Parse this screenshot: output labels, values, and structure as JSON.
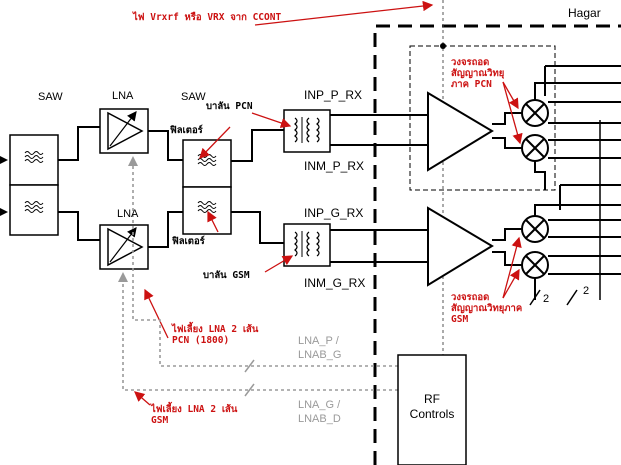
{
  "top_note": "ไฟ Vrxrf หรือ VRX จาก CCONT",
  "hagar_label": "Hagar",
  "saw_left_label": "SAW",
  "saw_mid_label": "SAW",
  "lna_top_label": "LNA",
  "lna_bottom_label": "LNA",
  "filter_top_label": "ฟิลเตอร์",
  "filter_bottom_label": "ฟิลเตอร์",
  "balun_pcn_label": "บาลัน PCN",
  "balun_gsm_label": "บาลัน GSM",
  "inp_p_rx": "INP_P_RX",
  "inm_p_rx": "INM_P_RX",
  "inp_g_rx": "INP_G_RX",
  "inm_g_rx": "INM_G_RX",
  "pcn_mixer_note": [
    "วงจรถอด",
    "สัญญาณวิทยุ",
    "ภาค PCN"
  ],
  "gsm_mixer_note": [
    "วงจรถอด",
    "สัญญาณวิทยุภาค",
    "GSM"
  ],
  "bus_label_left": "2",
  "bus_label_right": "2",
  "lna_pcn_feed_note": [
    "ไฟเลี้ยง LNA 2 เส้น",
    "PCN (1800)"
  ],
  "lna_gsm_feed_note": [
    "ไฟเลี้ยง LNA 2 เส้น",
    "GSM"
  ],
  "lnap_label": [
    "LNA_P /",
    "LNAB_G"
  ],
  "lnag_label": [
    "LNA_G /",
    "LNAB_D"
  ],
  "rf_controls_label": [
    "RF",
    "Controls"
  ],
  "colors": {
    "annotation_red": "#cc1111",
    "dotted_grey": "#9a9a9a",
    "line": "#000000"
  }
}
